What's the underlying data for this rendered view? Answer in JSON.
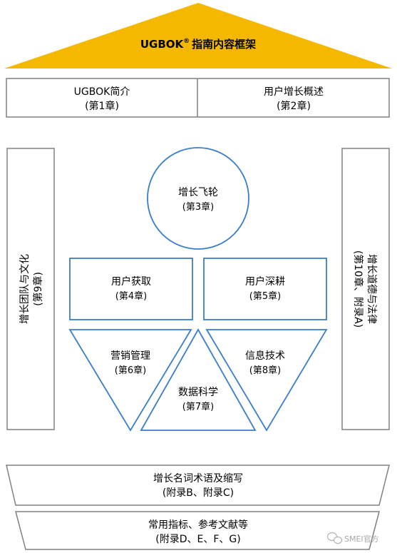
{
  "roof": {
    "brand": "UGBOK",
    "reg_mark": "®",
    "title": "指南内容框架",
    "color": "#F5B800"
  },
  "top_boxes": [
    {
      "label": "UGBOK简介",
      "chapter": "(第1章)"
    },
    {
      "label": "用户增长概述",
      "chapter": "(第2章)"
    }
  ],
  "left_pillar": {
    "label": "增长团队与文化",
    "chapter": "(第9章)"
  },
  "right_pillar": {
    "label": "增长道德与法律",
    "chapter": "(第10章、附录A)"
  },
  "flywheel": {
    "label": "增长飞轮",
    "chapter": "(第3章)"
  },
  "acquisition": {
    "label": "用户获取",
    "chapter": "(第4章)"
  },
  "cultivation": {
    "label": "用户深耕",
    "chapter": "(第5章)"
  },
  "marketing": {
    "label": "营销管理",
    "chapter": "(第6章)"
  },
  "data_science": {
    "label": "数据科学",
    "chapter": "(第7章)"
  },
  "it": {
    "label": "信息技术",
    "chapter": "(第8章)"
  },
  "base1": {
    "label": "增长名词术语及缩写",
    "chapter": "(附录B、附录C)"
  },
  "base2": {
    "label": "常用指标、参考文献等",
    "chapter": "(附录D、E、F、G)"
  },
  "watermark": {
    "text": "SMEI官方"
  },
  "colors": {
    "stroke": "#3A7DC9",
    "panel_stroke": "#808080",
    "text": "#111111"
  }
}
